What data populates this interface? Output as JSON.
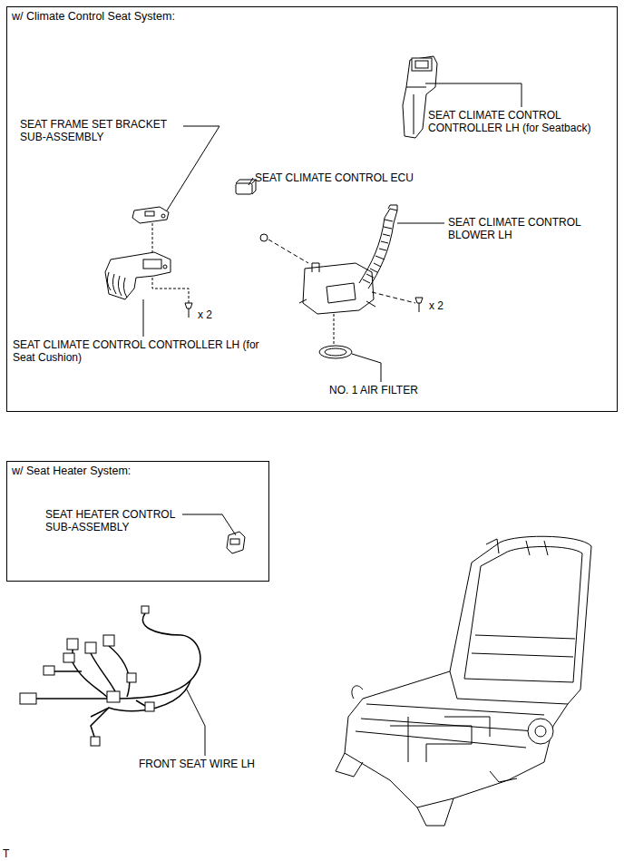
{
  "diagram": {
    "nodes": [
      {
        "text": [
          "w/ Climate Control Seat System:"
        ]
      },
      {
        "text": [
          "w/ Seat Heater System:"
        ]
      }
    ],
    "labels": [
      "SEAT CLIMATE CONTROL CONTROLLER LH (for Seatback)",
      "SEAT FRAME SET BRACKET SUB-ASSEMBLY",
      "SEAT CLIMATE CONTROL ECU",
      "SEAT CLIMATE CONTROL BLOWER LH",
      "x 2",
      "x 2",
      "SEAT CLIMATE CONTROL CONTROLLER LH (for Seat Cushion)",
      "NO. 1 AIR FILTER",
      "SEAT HEATER CONTROL SUB-ASSEMBLY",
      "FRONT SEAT WIRE LH",
      "T"
    ]
  }
}
